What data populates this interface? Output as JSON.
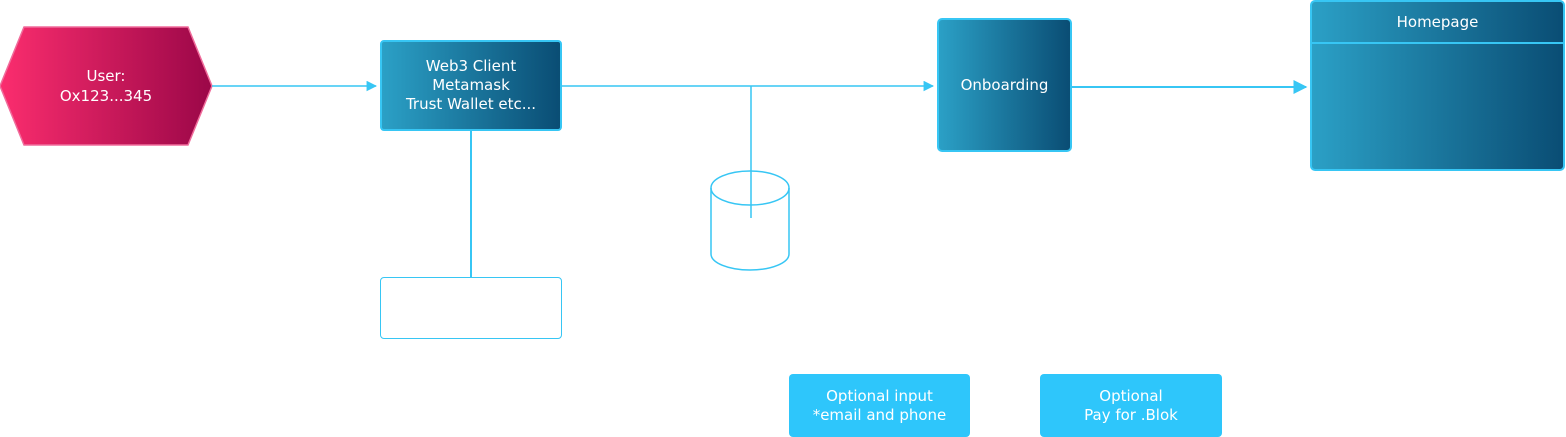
{
  "nodes": {
    "user": {
      "line1": "User:",
      "line2": "Ox123...345"
    },
    "web3_client": {
      "line1": "Web3 Client",
      "line2": "Metamask",
      "line3": "Trust Wallet etc..."
    },
    "onboarding": {
      "label": "Onboarding"
    },
    "homepage": {
      "title": "Homepage"
    },
    "note_optional_input": {
      "line1": "Optional input",
      "line2": "*email and phone"
    },
    "note_optional_pay": {
      "line1": "Optional",
      "line2": "Pay for .Blok"
    }
  },
  "colors": {
    "connector": "#37c6f4",
    "user_gradient_start": "#fb2d6e",
    "user_gradient_end": "#9b0748",
    "box_gradient_start": "#2ba0c6",
    "box_gradient_end": "#0a4d74",
    "note_fill": "#2ec6fb"
  }
}
